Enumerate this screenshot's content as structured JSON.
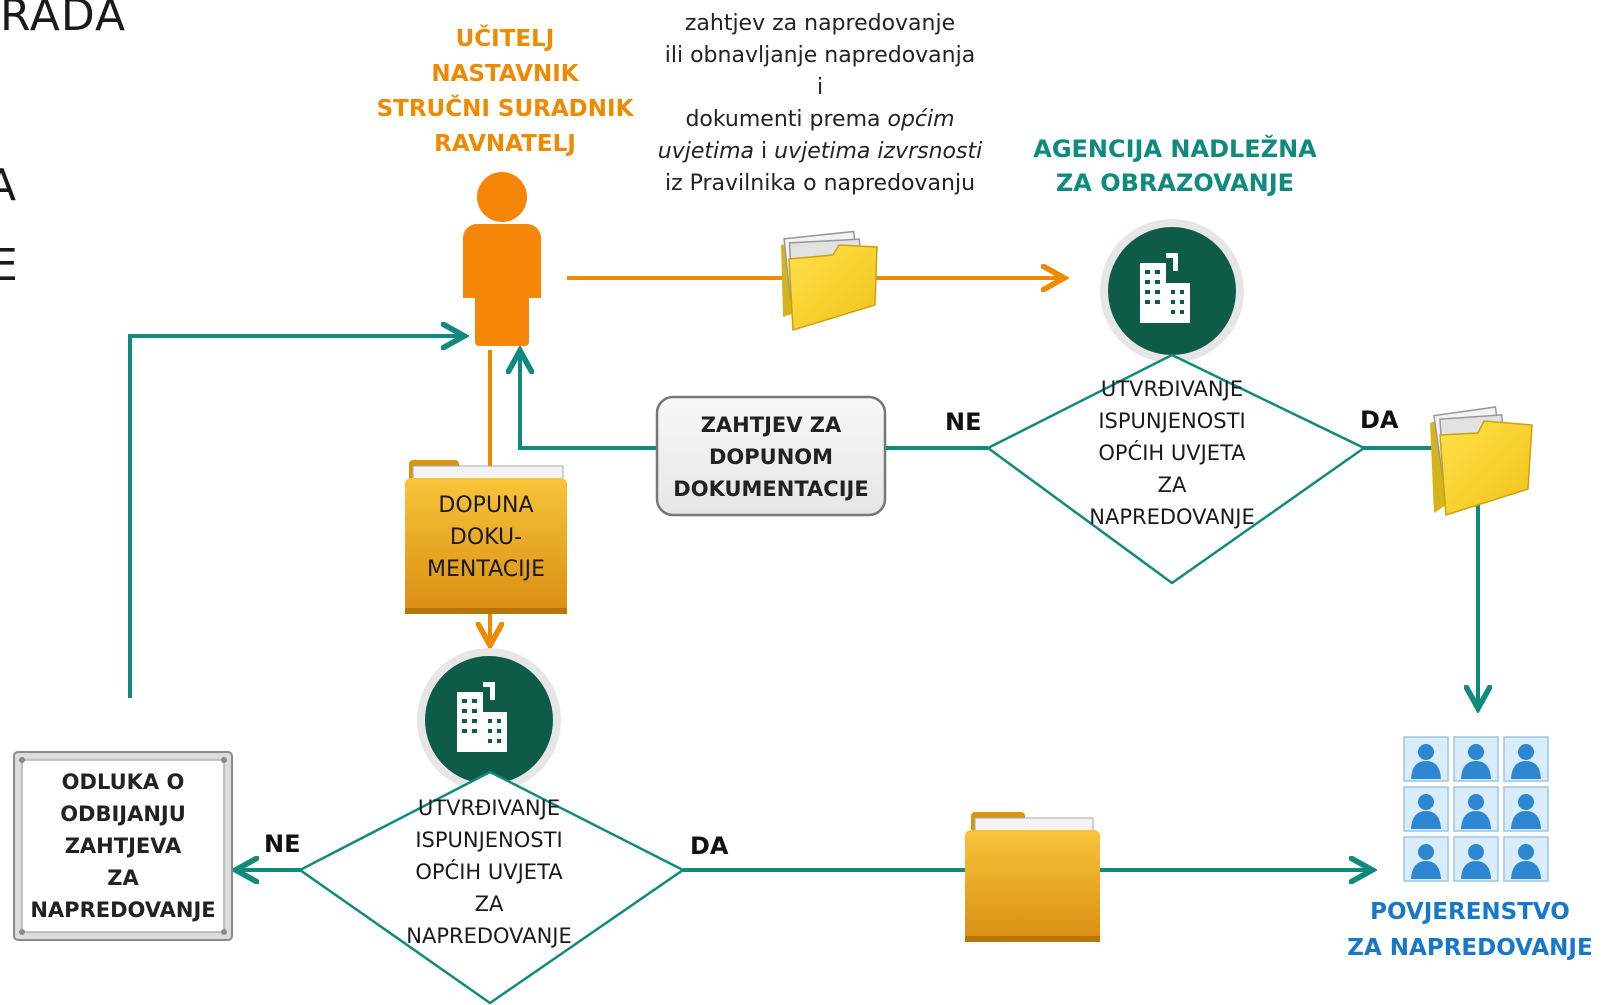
{
  "page": {
    "left_fragments": [
      "RADA",
      "A",
      "E"
    ]
  },
  "roles": [
    "UČITELJ",
    "NASTAVNIK",
    "STRUČNI SURADNIK",
    "RAVNATELJ"
  ],
  "request_text": {
    "line1": "zahtjev za napredovanje",
    "line2": "ili obnavljanje napredovanja",
    "line3": "i",
    "line4_plain": "dokumenti prema ",
    "line4_italic": "općim",
    "line5_italic_a": "uvjetima",
    "line5_plain": " i ",
    "line5_italic_b": "uvjetima izvrsnosti",
    "line6": "iz Pravilnika o napredovanju"
  },
  "agency_title": [
    "AGENCIJA NADLEŽNA",
    "ZA OBRAZOVANJE"
  ],
  "decision_top": [
    "UTVRĐIVANJE",
    "ISPUNJENOSTI",
    "OPĆIH UVJETA",
    "ZA",
    "NAPREDOVANJE"
  ],
  "decision_bottom": [
    "UTVRĐIVANJE",
    "ISPUNJENOSTI",
    "OPĆIH UVJETA",
    "ZA",
    "NAPREDOVANJE"
  ],
  "labels": {
    "ne_top": "NE",
    "da_top": "DA",
    "ne_bottom": "NE",
    "da_bottom": "DA"
  },
  "supplement_request": [
    "ZAHTJEV ZA",
    "DOPUNOM",
    "DOKUMENTACIJE"
  ],
  "supplement_folder": [
    "DOPUNA",
    "DOKU-",
    "MENTACIJE"
  ],
  "rejection": [
    "ODLUKA O",
    "ODBIJANJU",
    "ZAHTJEVA",
    "ZA",
    "NAPREDOVANJE"
  ],
  "committee": [
    "POVJERENSTVO",
    "ZA NAPREDOVANJE"
  ],
  "colors": {
    "orange": "#ef8a00",
    "teal": "#0e8a7e",
    "dark_green": "#0e5c47",
    "blue": "#1778c8",
    "folder_yellow": "#f7cf26",
    "folder_gold": "#e9a91c"
  },
  "icons": [
    "person-icon",
    "building-icon",
    "folder-icon",
    "people-grid-icon"
  ]
}
